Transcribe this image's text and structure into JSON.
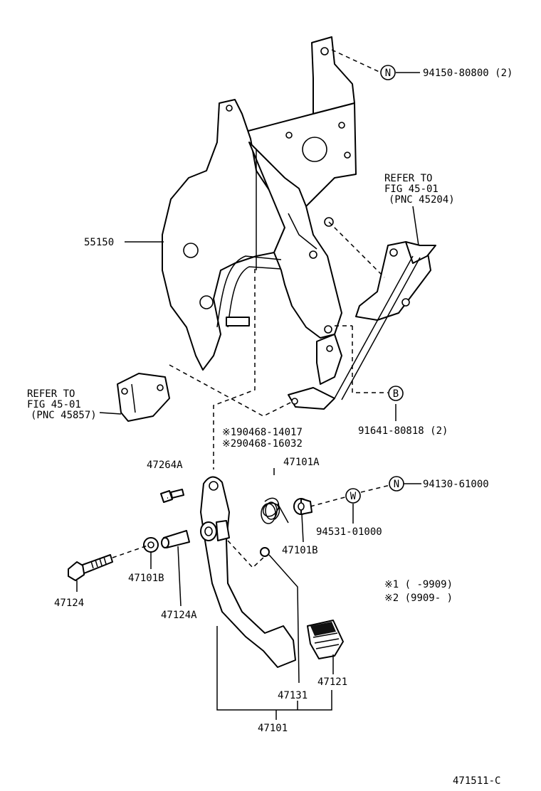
{
  "diagram": {
    "labels": {
      "n_94150": "94150-80800 (2)",
      "refer_top_1": "REFER TO",
      "refer_top_2": "FIG 45-01",
      "refer_top_3": "(PNC 45204)",
      "p55150": "55150",
      "refer_left_1": "REFER TO",
      "refer_left_2": "FIG 45-01",
      "refer_left_3": "(PNC 45857)",
      "b_91641": "91641-80818 (2)",
      "note1_part": "※190468-14017",
      "note2_part": "※290468-16032",
      "p47264a": "47264A",
      "p47101a": "47101A",
      "n_94130": "94130-61000",
      "w_94531": "94531-01000",
      "p47101b_right": "47101B",
      "p47101b_left": "47101B",
      "p47124": "47124",
      "p47124a": "47124A",
      "legend1": "※1 (     -9909)",
      "legend2": "※2 (9909-     )",
      "p47121": "47121",
      "p47131": "47131",
      "p47101": "47101",
      "figure_code": "471511-C"
    },
    "symbols": {
      "n_top": "N",
      "b": "B",
      "w": "W",
      "n_right": "N"
    }
  }
}
